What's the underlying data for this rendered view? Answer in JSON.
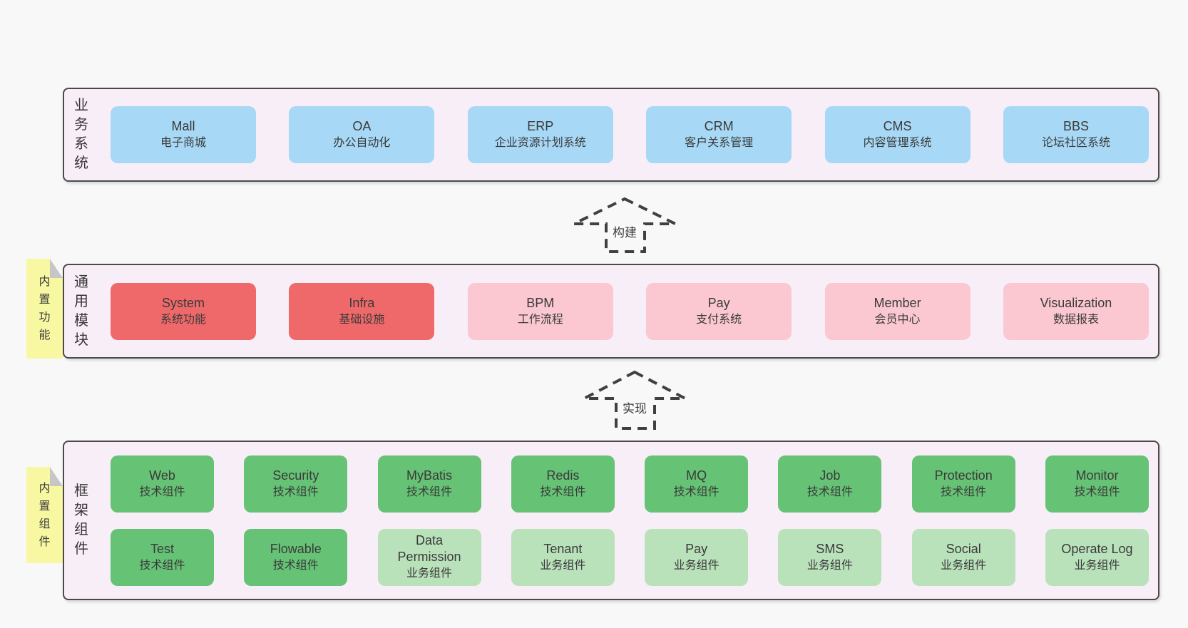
{
  "colors": {
    "page_bg": "#f8f8f8",
    "layer_bg": "#f8eef7",
    "layer_border": "#4a4a4a",
    "blue_box": "#a7d8f5",
    "red_box": "#f0696a",
    "pink_box": "#fbc8d1",
    "green_box": "#66c275",
    "green_light_box": "#b9e2bb",
    "note_yellow": "#f9f8a2",
    "note_fold_gray": "#c6c6c6",
    "dash_stroke": "#404040"
  },
  "arrows": [
    {
      "label": "构建"
    },
    {
      "label": "实现"
    }
  ],
  "layers": [
    {
      "label": "业务系统",
      "boxes": [
        {
          "name": "Mall",
          "desc": "电子商城",
          "type": "blue"
        },
        {
          "name": "OA",
          "desc": "办公自动化",
          "type": "blue"
        },
        {
          "name": "ERP",
          "desc": "企业资源计划系统",
          "type": "blue"
        },
        {
          "name": "CRM",
          "desc": "客户关系管理",
          "type": "blue"
        },
        {
          "name": "CMS",
          "desc": "内容管理系统",
          "type": "blue"
        },
        {
          "name": "BBS",
          "desc": "论坛社区系统",
          "type": "blue"
        }
      ]
    },
    {
      "label": "通用模块",
      "note": "内置功能",
      "boxes": [
        {
          "name": "System",
          "desc": "系统功能",
          "type": "red"
        },
        {
          "name": "Infra",
          "desc": "基础设施",
          "type": "red"
        },
        {
          "name": "BPM",
          "desc": "工作流程",
          "type": "pink"
        },
        {
          "name": "Pay",
          "desc": "支付系统",
          "type": "pink"
        },
        {
          "name": "Member",
          "desc": "会员中心",
          "type": "pink"
        },
        {
          "name": "Visualization",
          "desc": "数据报表",
          "type": "pink"
        }
      ]
    },
    {
      "label": "框架组件",
      "note": "内置组件",
      "rows": [
        [
          {
            "name": "Web",
            "desc": "技术组件",
            "type": "green"
          },
          {
            "name": "Security",
            "desc": "技术组件",
            "type": "green"
          },
          {
            "name": "MyBatis",
            "desc": "技术组件",
            "type": "green"
          },
          {
            "name": "Redis",
            "desc": "技术组件",
            "type": "green"
          },
          {
            "name": "MQ",
            "desc": "技术组件",
            "type": "green"
          },
          {
            "name": "Job",
            "desc": "技术组件",
            "type": "green"
          },
          {
            "name": "Protection",
            "desc": "技术组件",
            "type": "green"
          },
          {
            "name": "Monitor",
            "desc": "技术组件",
            "type": "green"
          }
        ],
        [
          {
            "name": "Test",
            "desc": "技术组件",
            "type": "green"
          },
          {
            "name": "Flowable",
            "desc": "技术组件",
            "type": "green"
          },
          {
            "name": "Data Permission",
            "desc": "业务组件",
            "type": "green-light"
          },
          {
            "name": "Tenant",
            "desc": "业务组件",
            "type": "green-light"
          },
          {
            "name": "Pay",
            "desc": "业务组件",
            "type": "green-light"
          },
          {
            "name": "SMS",
            "desc": "业务组件",
            "type": "green-light"
          },
          {
            "name": "Social",
            "desc": "业务组件",
            "type": "green-light"
          },
          {
            "name": "Operate Log",
            "desc": "业务组件",
            "type": "green-light"
          }
        ]
      ]
    }
  ]
}
